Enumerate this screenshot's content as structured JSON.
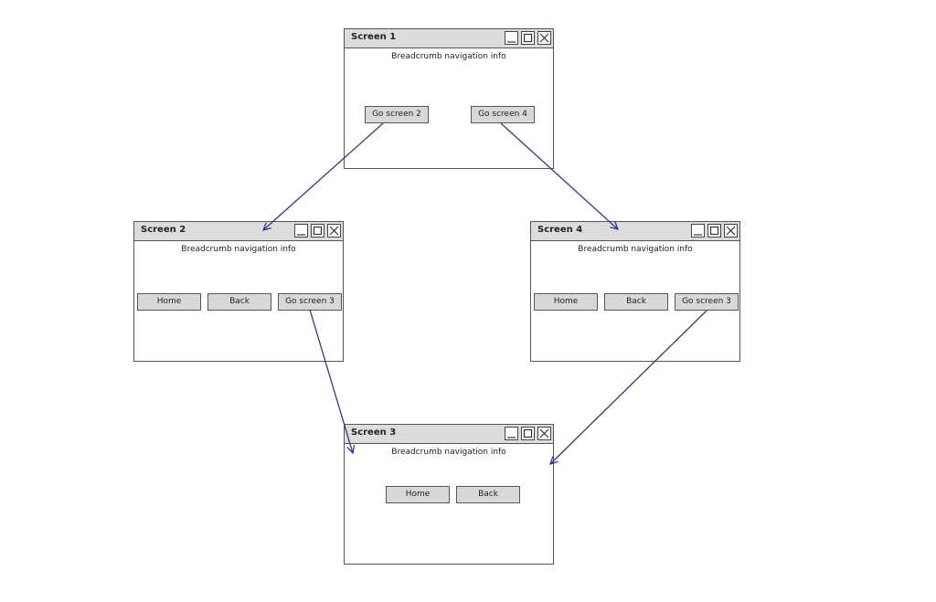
{
  "colors": {
    "arrow": "#2b3a8f",
    "titlebar": "#dcdcdc",
    "button": "#d8d8d8",
    "border": "#555555"
  },
  "screens": {
    "s1": {
      "title": "Screen 1",
      "crumb": "Breadcrumb navigation info",
      "buttons": {
        "b1": "Go screen 2",
        "b2": "Go screen 4"
      }
    },
    "s2": {
      "title": "Screen 2",
      "crumb": "Breadcrumb navigation info",
      "buttons": {
        "home": "Home",
        "back": "Back",
        "next": "Go screen 3"
      }
    },
    "s4": {
      "title": "Screen 4",
      "crumb": "Breadcrumb navigation info",
      "buttons": {
        "home": "Home",
        "back": "Back",
        "next": "Go screen 3"
      }
    },
    "s3": {
      "title": "Screen 3",
      "crumb": "Breadcrumb navigation info",
      "buttons": {
        "home": "Home",
        "back": "Back"
      }
    }
  },
  "icons": {
    "minimize": "minimize-icon",
    "maximize": "maximize-icon",
    "close": "close-icon"
  }
}
